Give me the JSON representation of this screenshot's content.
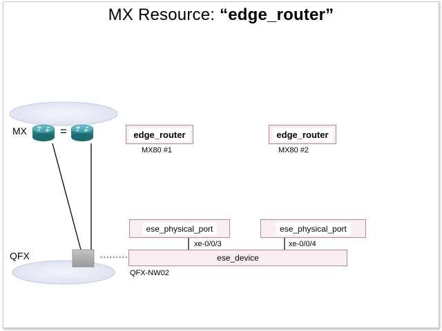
{
  "title": {
    "plain": "MX Resource: ",
    "bold": "“edge_router”"
  },
  "labels": {
    "mx": "MX",
    "qfx": "QFX",
    "equals": "="
  },
  "routers": [
    {
      "name": "edge_router",
      "caption": "MX80 #1"
    },
    {
      "name": "edge_router",
      "caption": "MX80 #2"
    }
  ],
  "ports": [
    {
      "name": "ese_physical_port",
      "iface": "xe-0/0/3"
    },
    {
      "name": "ese_physical_port",
      "iface": "xe-0/0/4"
    }
  ],
  "device": {
    "name": "ese_device",
    "caption": "QFX-NW02"
  },
  "colors": {
    "box_fill": "#fbeef2",
    "platform": "#e6e8f5",
    "router": "#2f8f96"
  }
}
